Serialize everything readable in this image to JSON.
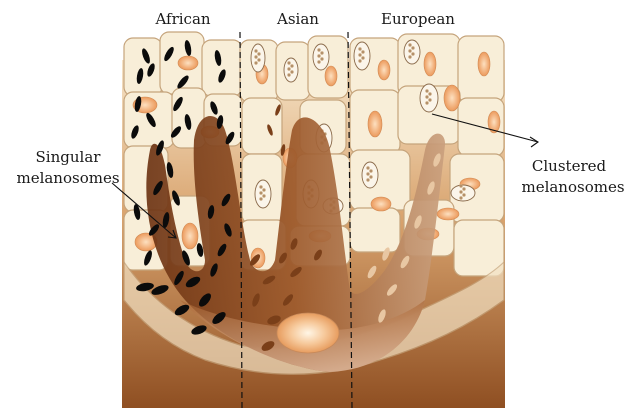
{
  "labels": {
    "african": "African",
    "asian": "Asian",
    "european": "European",
    "singular_1": "Singular",
    "singular_2": "melanosomes",
    "clustered_1": "Clustered",
    "clustered_2": "melanosomes"
  },
  "colors": {
    "keratinocyte_fill": "#f8eed8",
    "keratinocyte_stroke": "#c7a983",
    "melanocyte_dark": "#7a3d18",
    "melanocyte_light": "#d8a274",
    "nucleus": "#f0a871",
    "melanosome_black": "#0a0a0a",
    "melanosome_brown": "#8a4a22",
    "background_top": "#f3d9b8",
    "background_bottom": "#9a5a2e"
  }
}
